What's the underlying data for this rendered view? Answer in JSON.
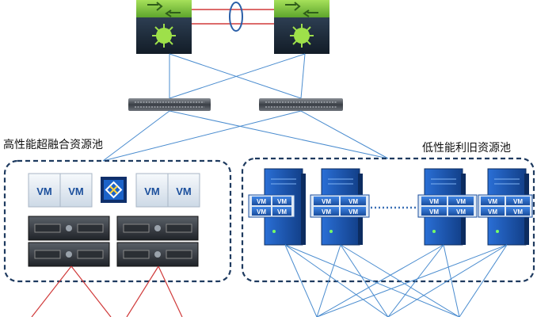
{
  "pools": {
    "high": {
      "label": "高性能超融合资源池"
    },
    "low": {
      "label": "低性能利旧资源池"
    }
  },
  "vm_label": "VM",
  "colors": {
    "pool_border": "#1e3a5f",
    "link_blue": "#4a8ccf",
    "link_red": "#d03a3a",
    "switch_green": "#7dc242",
    "switch_dark": "#1d2b3a",
    "server_blue": "#1f5fbf",
    "vm_tile": "#e8eef5"
  },
  "icons": [
    "core-switch-icon",
    "access-switch-icon",
    "vmware-logo-icon",
    "blade-server-icon",
    "tower-server-icon"
  ]
}
